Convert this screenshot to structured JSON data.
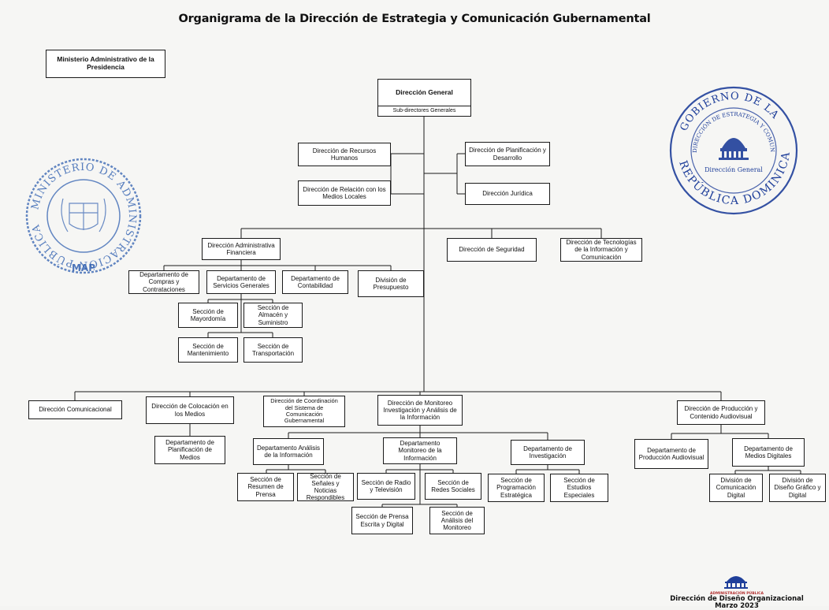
{
  "title": "Organigrama de la Dirección de Estrategia y Comunicación Gubernamental",
  "top_left": "Ministerio Administrativo de la Presidencia",
  "top": {
    "direccion_general": "Dirección General",
    "subdirectores": "Sub-directores Generales"
  },
  "staff_left": [
    "Dirección de Recursos Humanos",
    "Dirección de Relación con los Medios Locales"
  ],
  "staff_right": [
    "Dirección de Planificación y Desarrollo",
    "Dirección Jurídica"
  ],
  "level2": {
    "adm_financiera": "Dirección Administrativa Financiera",
    "seguridad": "Dirección de Seguridad",
    "tecnologias": "Dirección de Tecnologías de la Información y Comunicación"
  },
  "adm_children": [
    "Departamento de Compras y Contrataciones",
    "Departamento de Servicios Generales",
    "Departamento de Contabilidad",
    "División de Presupuesto"
  ],
  "servicios_children": [
    "Sección de Mayordomía",
    "Sección de Almacén y Suministro",
    "Sección de Mantenimiento",
    "Sección de Transportación"
  ],
  "level3": [
    "Dirección Comunicacional",
    "Dirección de Colocación en los Medios",
    "Dirección de Coordinación del Sistema de Comunicación Gubernamental",
    "Dirección de Monitoreo Investigación y Análisis de la Información",
    "Dirección de Producción y Contenido Audiovisual"
  ],
  "colocacion_child": "Departamento de Planificación de Medios",
  "monitoreo_depts": [
    "Departamento Análisis de la Información",
    "Departamento Monitoreo de la Información",
    "Departamento de Investigación"
  ],
  "analisis_secs": [
    "Sección de Resumen de Prensa",
    "Sección de Señales y Noticias Respondibles"
  ],
  "monitoreo_secs": [
    "Sección de Radio y Televisión",
    "Sección de Redes Sociales",
    "Sección de Prensa Escrita y Digital",
    "Sección de Análisis del Monitoreo"
  ],
  "investigacion_secs": [
    "Sección de Programación Estratégica",
    "Sección de Estudios Especiales"
  ],
  "produccion_depts": [
    "Departamento de Producción Audiovisual",
    "Departamento de Medios Digitales"
  ],
  "medios_digitales_divs": [
    "División de Comunicación Digital",
    "División de Diseño Gráfico y Digital"
  ],
  "seal_left": {
    "ring": "MINISTERIO DE ADMINISTRACIÓN PÚBLICA",
    "abbr": "MAP"
  },
  "seal_right": {
    "ring_top": "GOBIERNO DE LA",
    "ring_inner": "DIRECCIÓN DE ESTRATEGIA Y COMUNICACIÓN",
    "ring_bottom": "REPÚBLICA DOMINICANA",
    "center": "Dirección General"
  },
  "footer": {
    "logo_text": "ADMINISTRACIÓN PÚBLICA",
    "line1": "Dirección de Diseño Organizacional",
    "line2": "Marzo 2023"
  },
  "colors": {
    "seal_left": "#2f5fb0",
    "seal_right": "#1f3f9a",
    "line": "#1a1a1a"
  }
}
